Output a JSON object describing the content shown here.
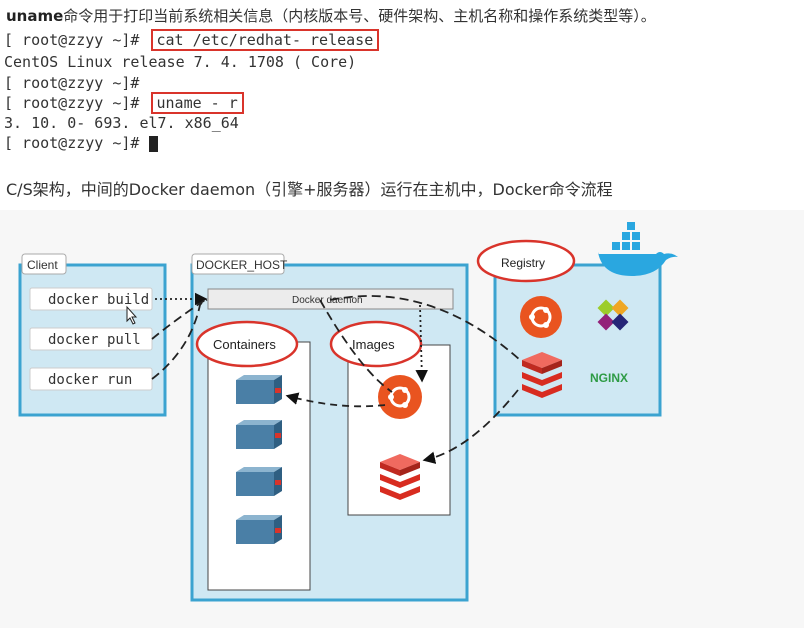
{
  "intro": {
    "cmd": "uname",
    "text": "命令用于打印当前系统相关信息（内核版本号、硬件架构、主机名称和操作系统类型等）。"
  },
  "terminal": {
    "line1_prompt": "[ root@zzyy ~]#",
    "line1_cmd": "cat /etc/redhat- release",
    "line2": "CentOS Linux release 7. 4. 1708 ( Core)",
    "line3_prompt": "[ root@zzyy ~]#",
    "line4_prompt": "[ root@zzyy ~]#",
    "line4_cmd": "uname - r",
    "line5": "3. 10. 0- 693. el7. x86_64",
    "line6_prompt": "[ root@zzyy ~]#"
  },
  "caption": "C/S架构，中间的Docker daemon（引擎+服务器）运行在主机中，Docker命令流程",
  "diagram": {
    "client": {
      "title": "Client",
      "commands": [
        "docker build",
        "docker pull",
        "docker run"
      ]
    },
    "docker_host": {
      "title": "DOCKER_HOST",
      "daemon": "Docker daemon",
      "containers": "Containers",
      "images": "Images"
    },
    "registry": {
      "title": "Registry",
      "nginx": "NGINX"
    },
    "colors": {
      "box_fill": "#cfe8f3",
      "box_stroke": "#3ba3d0",
      "highlight": "#d9342b",
      "ubuntu": "#e95420",
      "redis": "#d82c20",
      "nginx": "#2e9b45",
      "container": "#4a7fa6"
    }
  }
}
